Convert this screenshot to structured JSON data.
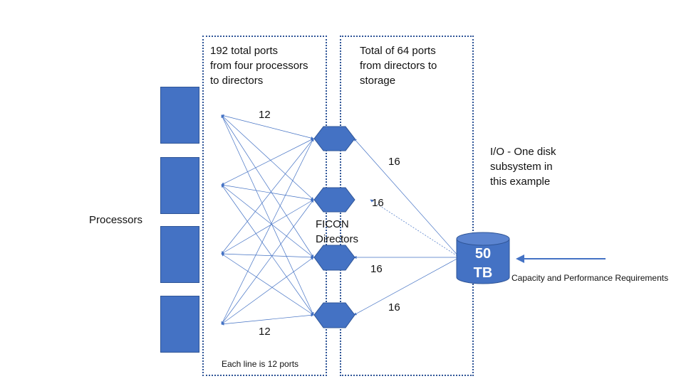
{
  "labels": {
    "left_box_caption": "192 total ports\nfrom four processors\nto directors",
    "right_box_caption": "Total of 64 ports\nfrom directors to\nstorage",
    "processors": "Processors",
    "ficon_directors": "FICON\nDirectors",
    "io_caption": "I/O - One disk\nsubsystem in\nthis example",
    "capacity_requirements": "Capacity and Performance Requirements",
    "each_line": "Each line is 12 ports",
    "disk_line1": "50",
    "disk_line2": "TB"
  },
  "port_counts": {
    "proc_top": "12",
    "proc_bottom": "12",
    "dir1": "16",
    "dir2": "16",
    "dir3": "16",
    "dir4": "16"
  },
  "colors": {
    "shape_fill": "#4472c4",
    "line": "#4472c4",
    "border": "#2f5597"
  }
}
